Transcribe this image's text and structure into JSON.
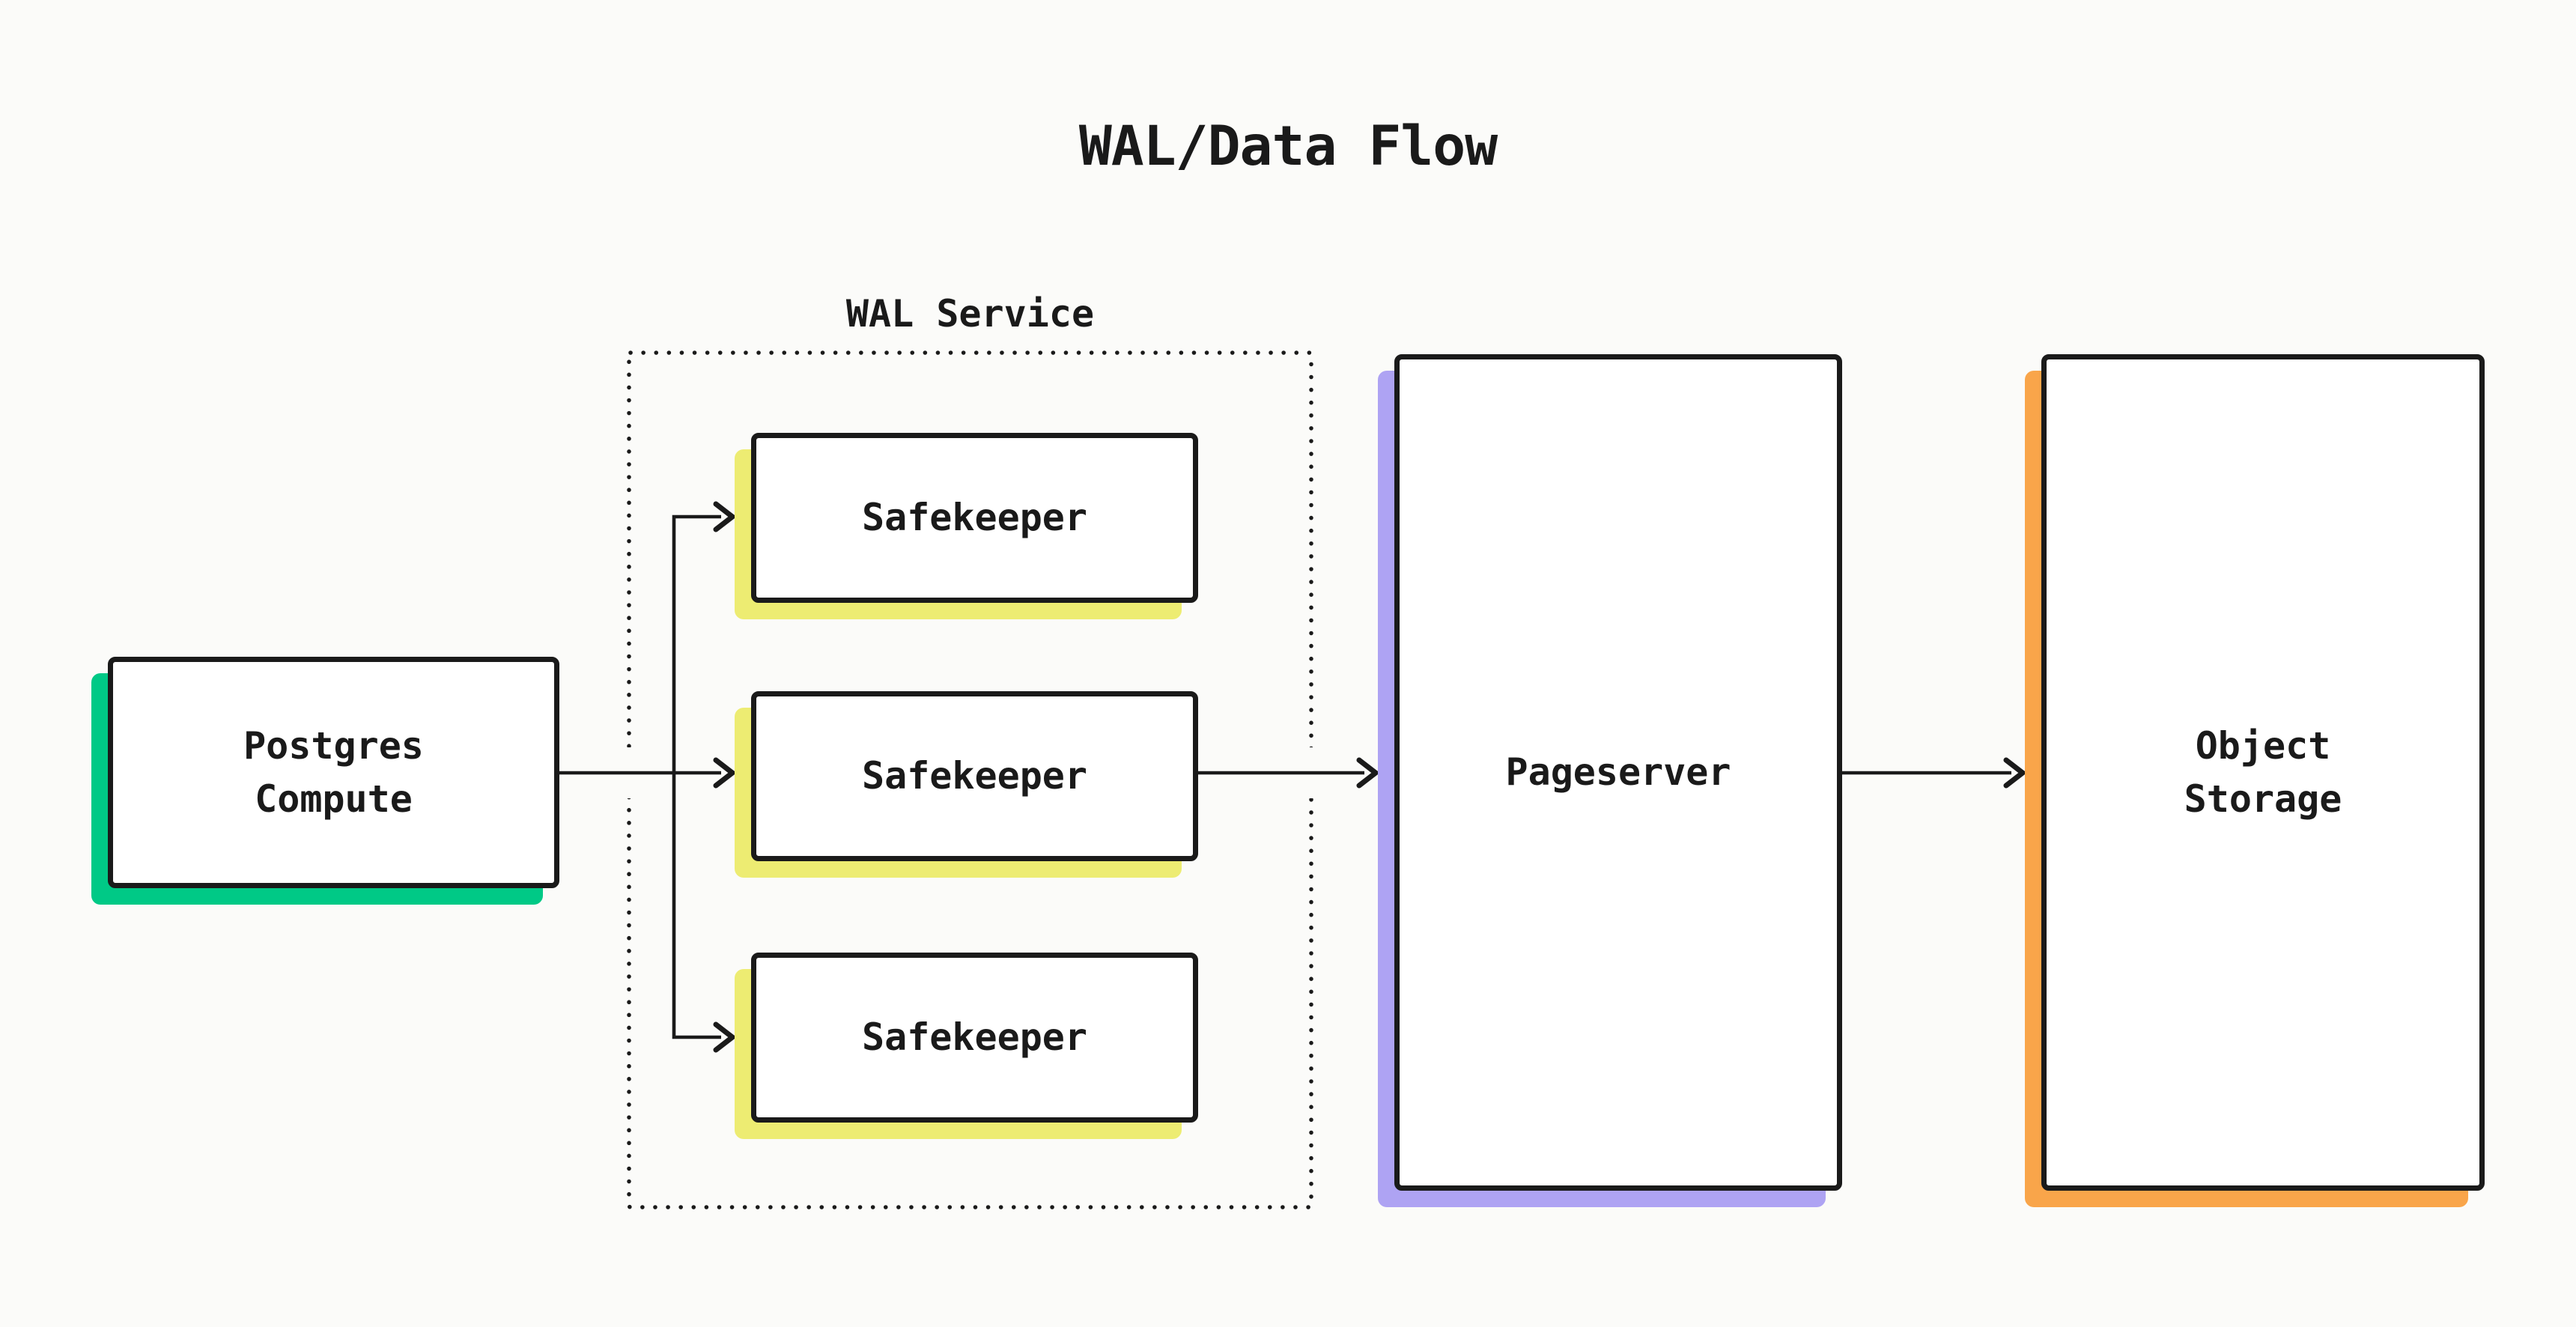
{
  "title": "WAL/Data Flow",
  "wal_service": {
    "label": "WAL Service"
  },
  "nodes": {
    "postgres": {
      "label": "Postgres\nCompute"
    },
    "safekeepers": [
      {
        "label": "Safekeeper"
      },
      {
        "label": "Safekeeper"
      },
      {
        "label": "Safekeeper"
      }
    ],
    "pageserver": {
      "label": "Pageserver"
    },
    "object_storage": {
      "label": "Object\nStorage"
    }
  },
  "colors": {
    "ink": "#1A1A1A",
    "background": "#FBFBF9",
    "node_bg": "#FFFFFF",
    "green": "#00C986",
    "yellow": "#EDEC72",
    "purple": "#AEA3F3",
    "orange": "#F9A54A"
  }
}
